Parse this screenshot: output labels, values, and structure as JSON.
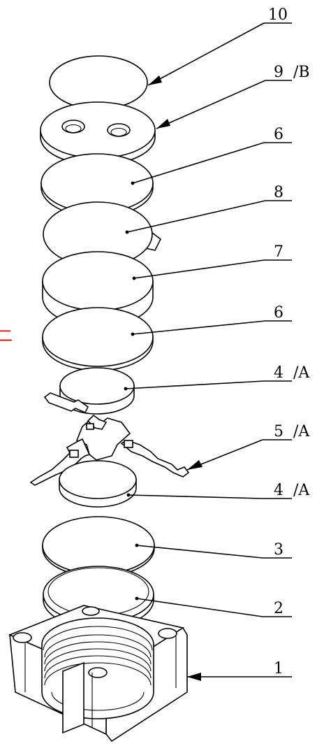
{
  "callouts": [
    {
      "id": "c10",
      "number": "10",
      "suffix": ""
    },
    {
      "id": "c9",
      "number": "9",
      "suffix": "/B"
    },
    {
      "id": "c6a",
      "number": "6",
      "suffix": ""
    },
    {
      "id": "c8",
      "number": "8",
      "suffix": ""
    },
    {
      "id": "c7",
      "number": "7",
      "suffix": ""
    },
    {
      "id": "c6b",
      "number": "6",
      "suffix": ""
    },
    {
      "id": "c4a",
      "number": "4",
      "suffix": "/A"
    },
    {
      "id": "c5",
      "number": "5",
      "suffix": "/A"
    },
    {
      "id": "c4b",
      "number": "4",
      "suffix": "/A"
    },
    {
      "id": "c3",
      "number": "3",
      "suffix": ""
    },
    {
      "id": "c2",
      "number": "2",
      "suffix": ""
    },
    {
      "id": "c1",
      "number": "1",
      "suffix": ""
    }
  ],
  "edge_mark": "二",
  "colors": {
    "line": "#000000",
    "background": "#ffffff",
    "edge_mark": "#e00000"
  }
}
